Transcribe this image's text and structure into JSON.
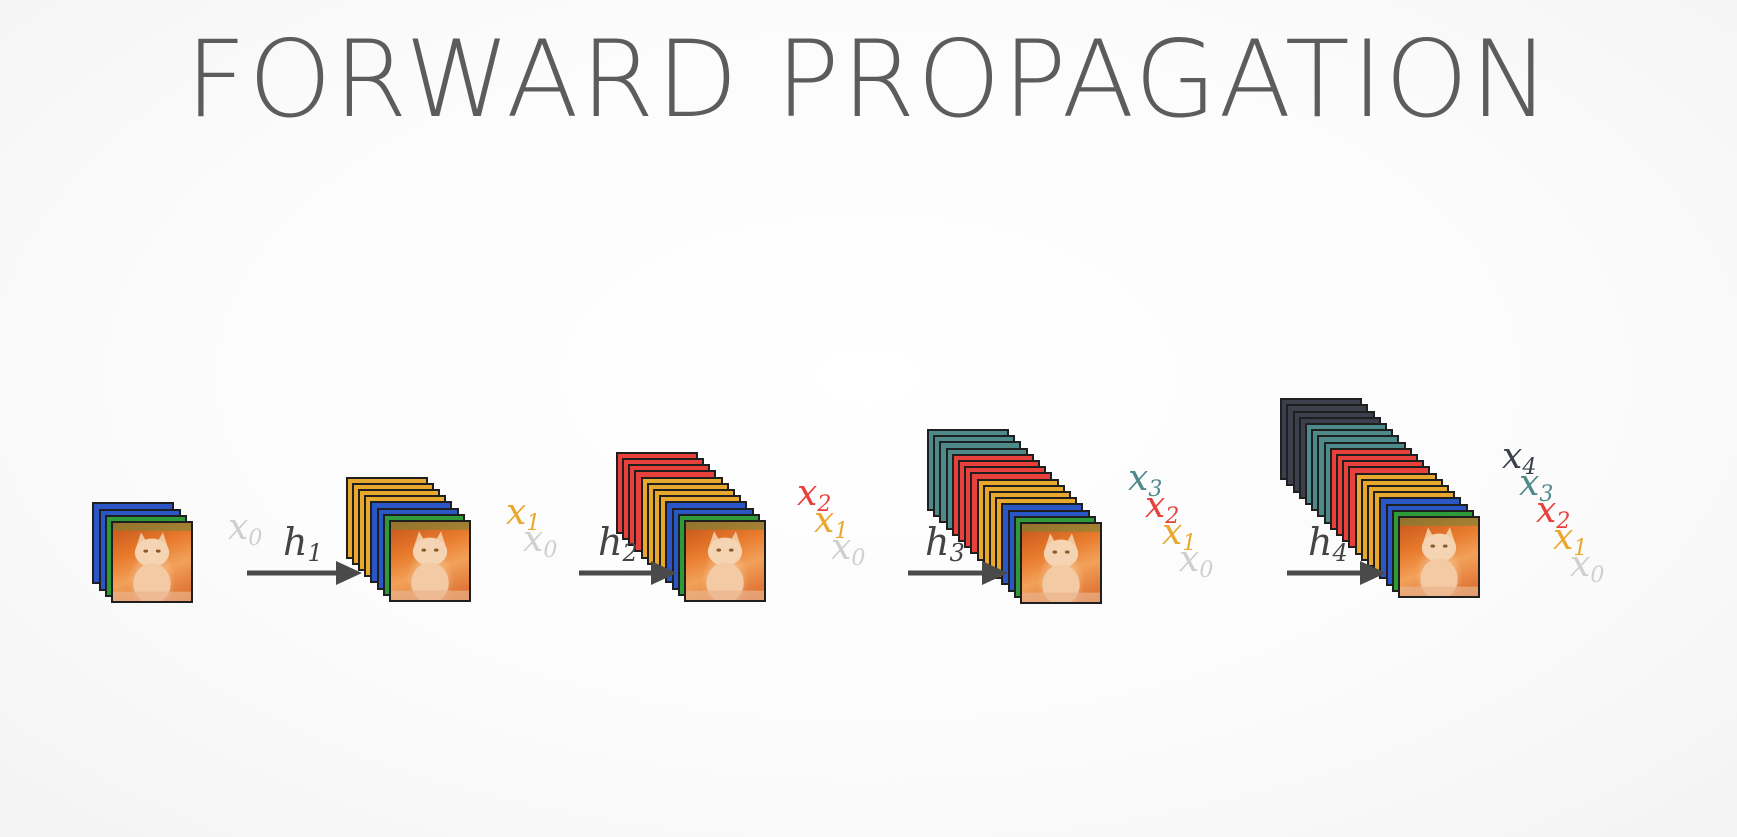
{
  "title": "FORWARD PROPAGATION",
  "colors": {
    "x0": "#cfcfcf",
    "x1": "#e8a82e",
    "x2": "#e8403a",
    "x3": "#4f8a8b",
    "x4": "#3c3f4c",
    "arrow": "#4a4a4a"
  },
  "stages": [
    {
      "id": "stage-1",
      "layers": [
        "x0"
      ],
      "labels": [
        {
          "base": "x",
          "sub": "0",
          "color": "x0"
        }
      ]
    },
    {
      "id": "stage-2",
      "layers": [
        "x1",
        "x0"
      ],
      "labels": [
        {
          "base": "x",
          "sub": "1",
          "color": "x1"
        },
        {
          "base": "x",
          "sub": "0",
          "color": "x0"
        }
      ]
    },
    {
      "id": "stage-3",
      "layers": [
        "x2",
        "x1",
        "x0"
      ],
      "labels": [
        {
          "base": "x",
          "sub": "2",
          "color": "x2"
        },
        {
          "base": "x",
          "sub": "1",
          "color": "x1"
        },
        {
          "base": "x",
          "sub": "0",
          "color": "x0"
        }
      ]
    },
    {
      "id": "stage-4",
      "layers": [
        "x3",
        "x2",
        "x1",
        "x0"
      ],
      "labels": [
        {
          "base": "x",
          "sub": "3",
          "color": "x3"
        },
        {
          "base": "x",
          "sub": "2",
          "color": "x2"
        },
        {
          "base": "x",
          "sub": "1",
          "color": "x1"
        },
        {
          "base": "x",
          "sub": "0",
          "color": "x0"
        }
      ]
    },
    {
      "id": "stage-5",
      "layers": [
        "x4",
        "x3",
        "x2",
        "x1",
        "x0"
      ],
      "labels": [
        {
          "base": "x",
          "sub": "4",
          "color": "x4"
        },
        {
          "base": "x",
          "sub": "3",
          "color": "x3"
        },
        {
          "base": "x",
          "sub": "2",
          "color": "x2"
        },
        {
          "base": "x",
          "sub": "1",
          "color": "x1"
        },
        {
          "base": "x",
          "sub": "0",
          "color": "x0"
        }
      ]
    }
  ],
  "transitions": [
    {
      "base": "h",
      "sub": "1"
    },
    {
      "base": "h",
      "sub": "2"
    },
    {
      "base": "h",
      "sub": "3"
    },
    {
      "base": "h",
      "sub": "4"
    }
  ]
}
